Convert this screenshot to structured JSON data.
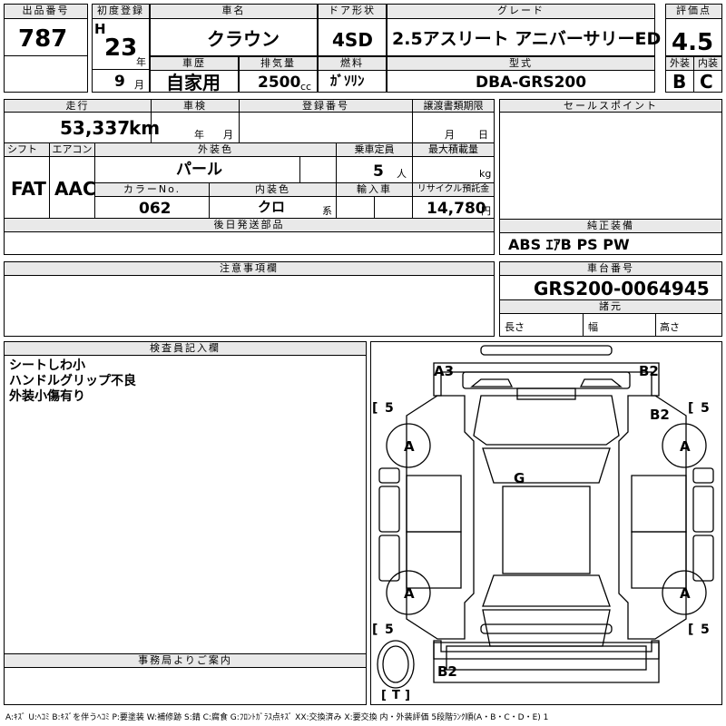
{
  "header": {
    "lot_no_label": "出品番号",
    "lot_no": "787",
    "first_reg_label": "初度登録",
    "era_letter": "H",
    "year": "23",
    "year_unit": "年",
    "month": "9",
    "month_unit": "月",
    "car_name_label": "車名",
    "car_name": "クラウン",
    "history_label": "車歴",
    "history": "自家用",
    "displacement_label": "排気量",
    "displacement": "2500",
    "displacement_unit": "cc",
    "door_label": "ドア形状",
    "door": "4SD",
    "fuel_label": "燃料",
    "fuel": "ｶﾞｿﾘﾝ",
    "grade_label": "グレード",
    "grade": "2.5アスリート アニバーサリーED",
    "model_label": "型式",
    "model": "DBA-GRS200",
    "score_label": "評価点",
    "score": "4.5",
    "exterior_label": "外装",
    "exterior": "B",
    "interior_label": "内装",
    "interior": "C"
  },
  "info": {
    "mileage_label": "走行",
    "mileage": "53,337",
    "mileage_unit": "km",
    "inspection_label": "車検",
    "inspection_year_unit": "年",
    "inspection_month_unit": "月",
    "reg_no_label": "登録番号",
    "transfer_label": "譲渡書類期限",
    "transfer_month_unit": "月",
    "transfer_day_unit": "日",
    "shift_label": "シフト",
    "shift": "FAT",
    "aircon_label": "エアコン",
    "aircon": "AAC",
    "ext_color_label": "外装色",
    "ext_color": "パール",
    "capacity_label": "乗車定員",
    "capacity": "5",
    "capacity_unit": "人",
    "max_load_label": "最大積載量",
    "max_load_unit": "kg",
    "color_no_label": "カラーNo.",
    "color_no": "062",
    "int_color_label": "内装色",
    "int_color": "クロ",
    "int_color_unit": "系",
    "import_label": "輸入車",
    "recycle_label": "リサイクル預託金",
    "recycle": "14,780",
    "recycle_unit": "円",
    "later_parts_label": "後日発送部品",
    "sales_point_label": "セールスポイント",
    "equipment_label": "純正装備",
    "equipment": "ABS ｴｱB PS PW",
    "caution_label": "注意事項欄",
    "chassis_label": "車台番号",
    "chassis": "GRS200-0064945",
    "specs_label": "諸元",
    "length_label": "長さ",
    "width_label": "幅",
    "height_label": "高さ"
  },
  "inspector": {
    "label": "検査員記入欄",
    "notes": [
      "シートしわ小",
      "ハンドルグリップ不良",
      "外装小傷有り"
    ]
  },
  "office": {
    "label": "事務局よりご案内"
  },
  "diagram": {
    "marks": {
      "a3_front_left": "A3",
      "b2_front_right": "B2",
      "b2_right_fender": "B2",
      "g_windshield": "G",
      "a_front_left_wheel": "A",
      "a_front_right_wheel": "A",
      "a_rear_left_wheel": "A",
      "a_rear_right_wheel": "A",
      "b2_rear": "B2",
      "t_spare": "T",
      "tread_fl": "5",
      "tread_fr": "5",
      "tread_rl": "5",
      "tread_rr": "5"
    }
  },
  "legend": "A:ｷｽﾞ U:ﾍｺﾐ B:ｷｽﾞを伴うﾍｺﾐ P:要塗装 W:補修跡 S:錆 C:腐食 G:ﾌﾛﾝﾄｶﾞﾗｽ点ｷｽﾞ XX:交換済み X:要交換  内・外装評価 5段階ﾗﾝｸ順(A・B・C・D・E) 1"
}
